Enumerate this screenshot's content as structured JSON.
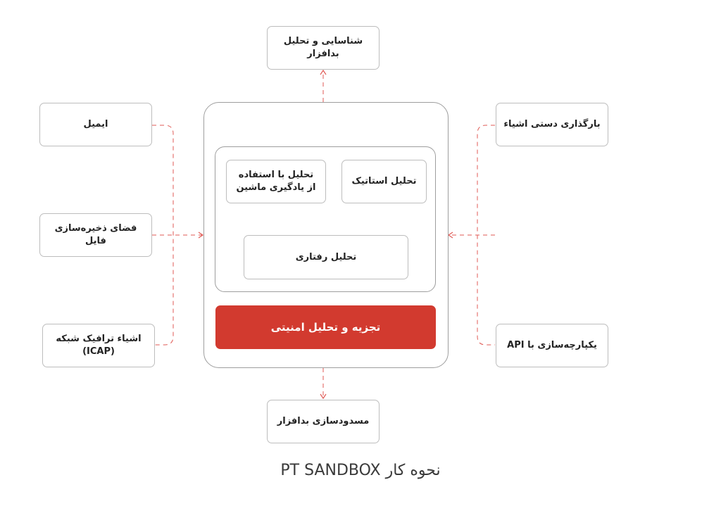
{
  "colors": {
    "accent": "#d23a2f",
    "connector": "#e05a55",
    "border": "#9e9e9e",
    "text": "#222222"
  },
  "diagram": {
    "top_output": "شناسایی و تحلیل بدافزار",
    "bottom_output": "مسدودسازی بدافزار",
    "left_sources": [
      "ایمیل",
      "فضای ذخیره‌سازی فایل",
      "اشیاء ترافیک شبکه (ICAP)"
    ],
    "right_sources": [
      "بارگذاری دستی اشیاء",
      "یکپارچه‌سازی با API"
    ],
    "analysis": {
      "ml": "تحلیل با استفاده از یادگیری ماشین",
      "static": "تحلیل استاتیک",
      "behavioral": "تحلیل رفتاری"
    },
    "core": "تجزیه و تحلیل امنیتی"
  },
  "caption": "نحوه کار PT SANDBOX"
}
